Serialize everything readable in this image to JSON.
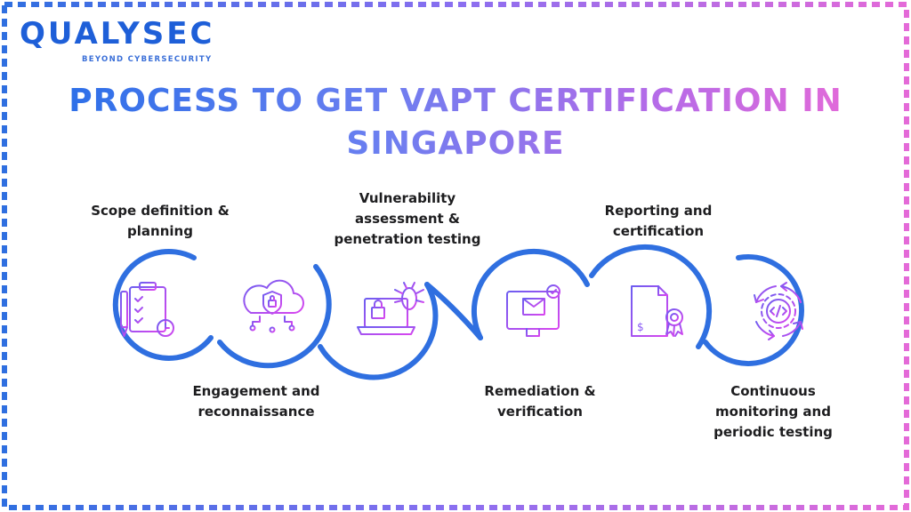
{
  "brand": {
    "name": "QUALYSEC",
    "tagline": "BEYOND CYBERSECURITY"
  },
  "title": {
    "line1": "PROCESS TO GET VAPT CERTIFICATION IN",
    "line2": "SINGAPORE"
  },
  "steps": [
    {
      "lines": [
        "Scope definition &",
        "planning"
      ],
      "icon": "clipboard-checklist-icon"
    },
    {
      "lines": [
        "Engagement and",
        "reconnaissance"
      ],
      "icon": "cloud-lock-network-icon"
    },
    {
      "lines": [
        "Vulnerability",
        "assessment &",
        "penetration testing"
      ],
      "icon": "laptop-bug-lock-icon"
    },
    {
      "lines": [
        "Remediation &",
        "verification"
      ],
      "icon": "monitor-mail-check-icon"
    },
    {
      "lines": [
        "Reporting and",
        "certification"
      ],
      "icon": "certificate-document-icon"
    },
    {
      "lines": [
        "Continuous",
        "monitoring and",
        "periodic testing"
      ],
      "icon": "cycle-code-gear-icon"
    }
  ],
  "colors": {
    "blue": "#2f6fe0",
    "gradient_start": "#2b6fe8",
    "gradient_end": "#e46ad8",
    "icon_purple": "#8b5cf6",
    "icon_pink": "#d946ef"
  }
}
